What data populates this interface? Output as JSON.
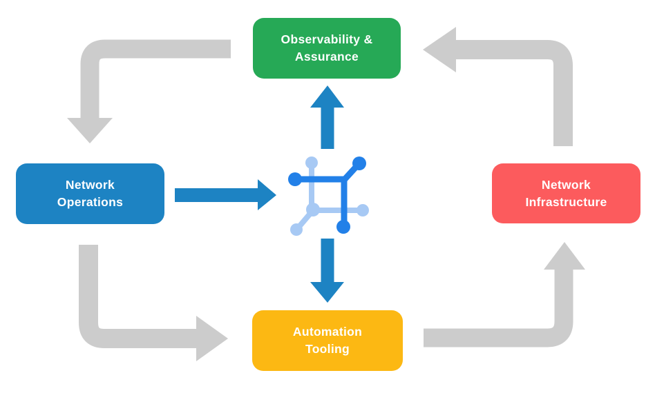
{
  "diagram": {
    "nodes": {
      "observability": {
        "label": "Observability &\nAssurance",
        "color": "#26a956"
      },
      "network_operations": {
        "label": "Network\nOperations",
        "color": "#1d83c3"
      },
      "network_infrastructure": {
        "label": "Network\nInfrastructure",
        "color": "#fc5b5d"
      },
      "automation_tooling": {
        "label": "Automation\nTooling",
        "color": "#fcb813"
      }
    },
    "arrows": {
      "cycle_color": "#cccccc",
      "flow_color": "#1d83c3",
      "cycle": [
        "observability -> network_operations",
        "network_operations -> automation_tooling",
        "automation_tooling -> network_infrastructure",
        "network_infrastructure -> observability"
      ],
      "flows": [
        "network_operations -> center_icon",
        "center_icon -> observability",
        "center_icon -> automation_tooling"
      ]
    },
    "center_icon": {
      "name": "network-automation-icon",
      "dark_blue": "#2280e8",
      "light_blue": "#a7c9f4"
    },
    "background": "#ffffff",
    "text_color": "#ffffff"
  }
}
